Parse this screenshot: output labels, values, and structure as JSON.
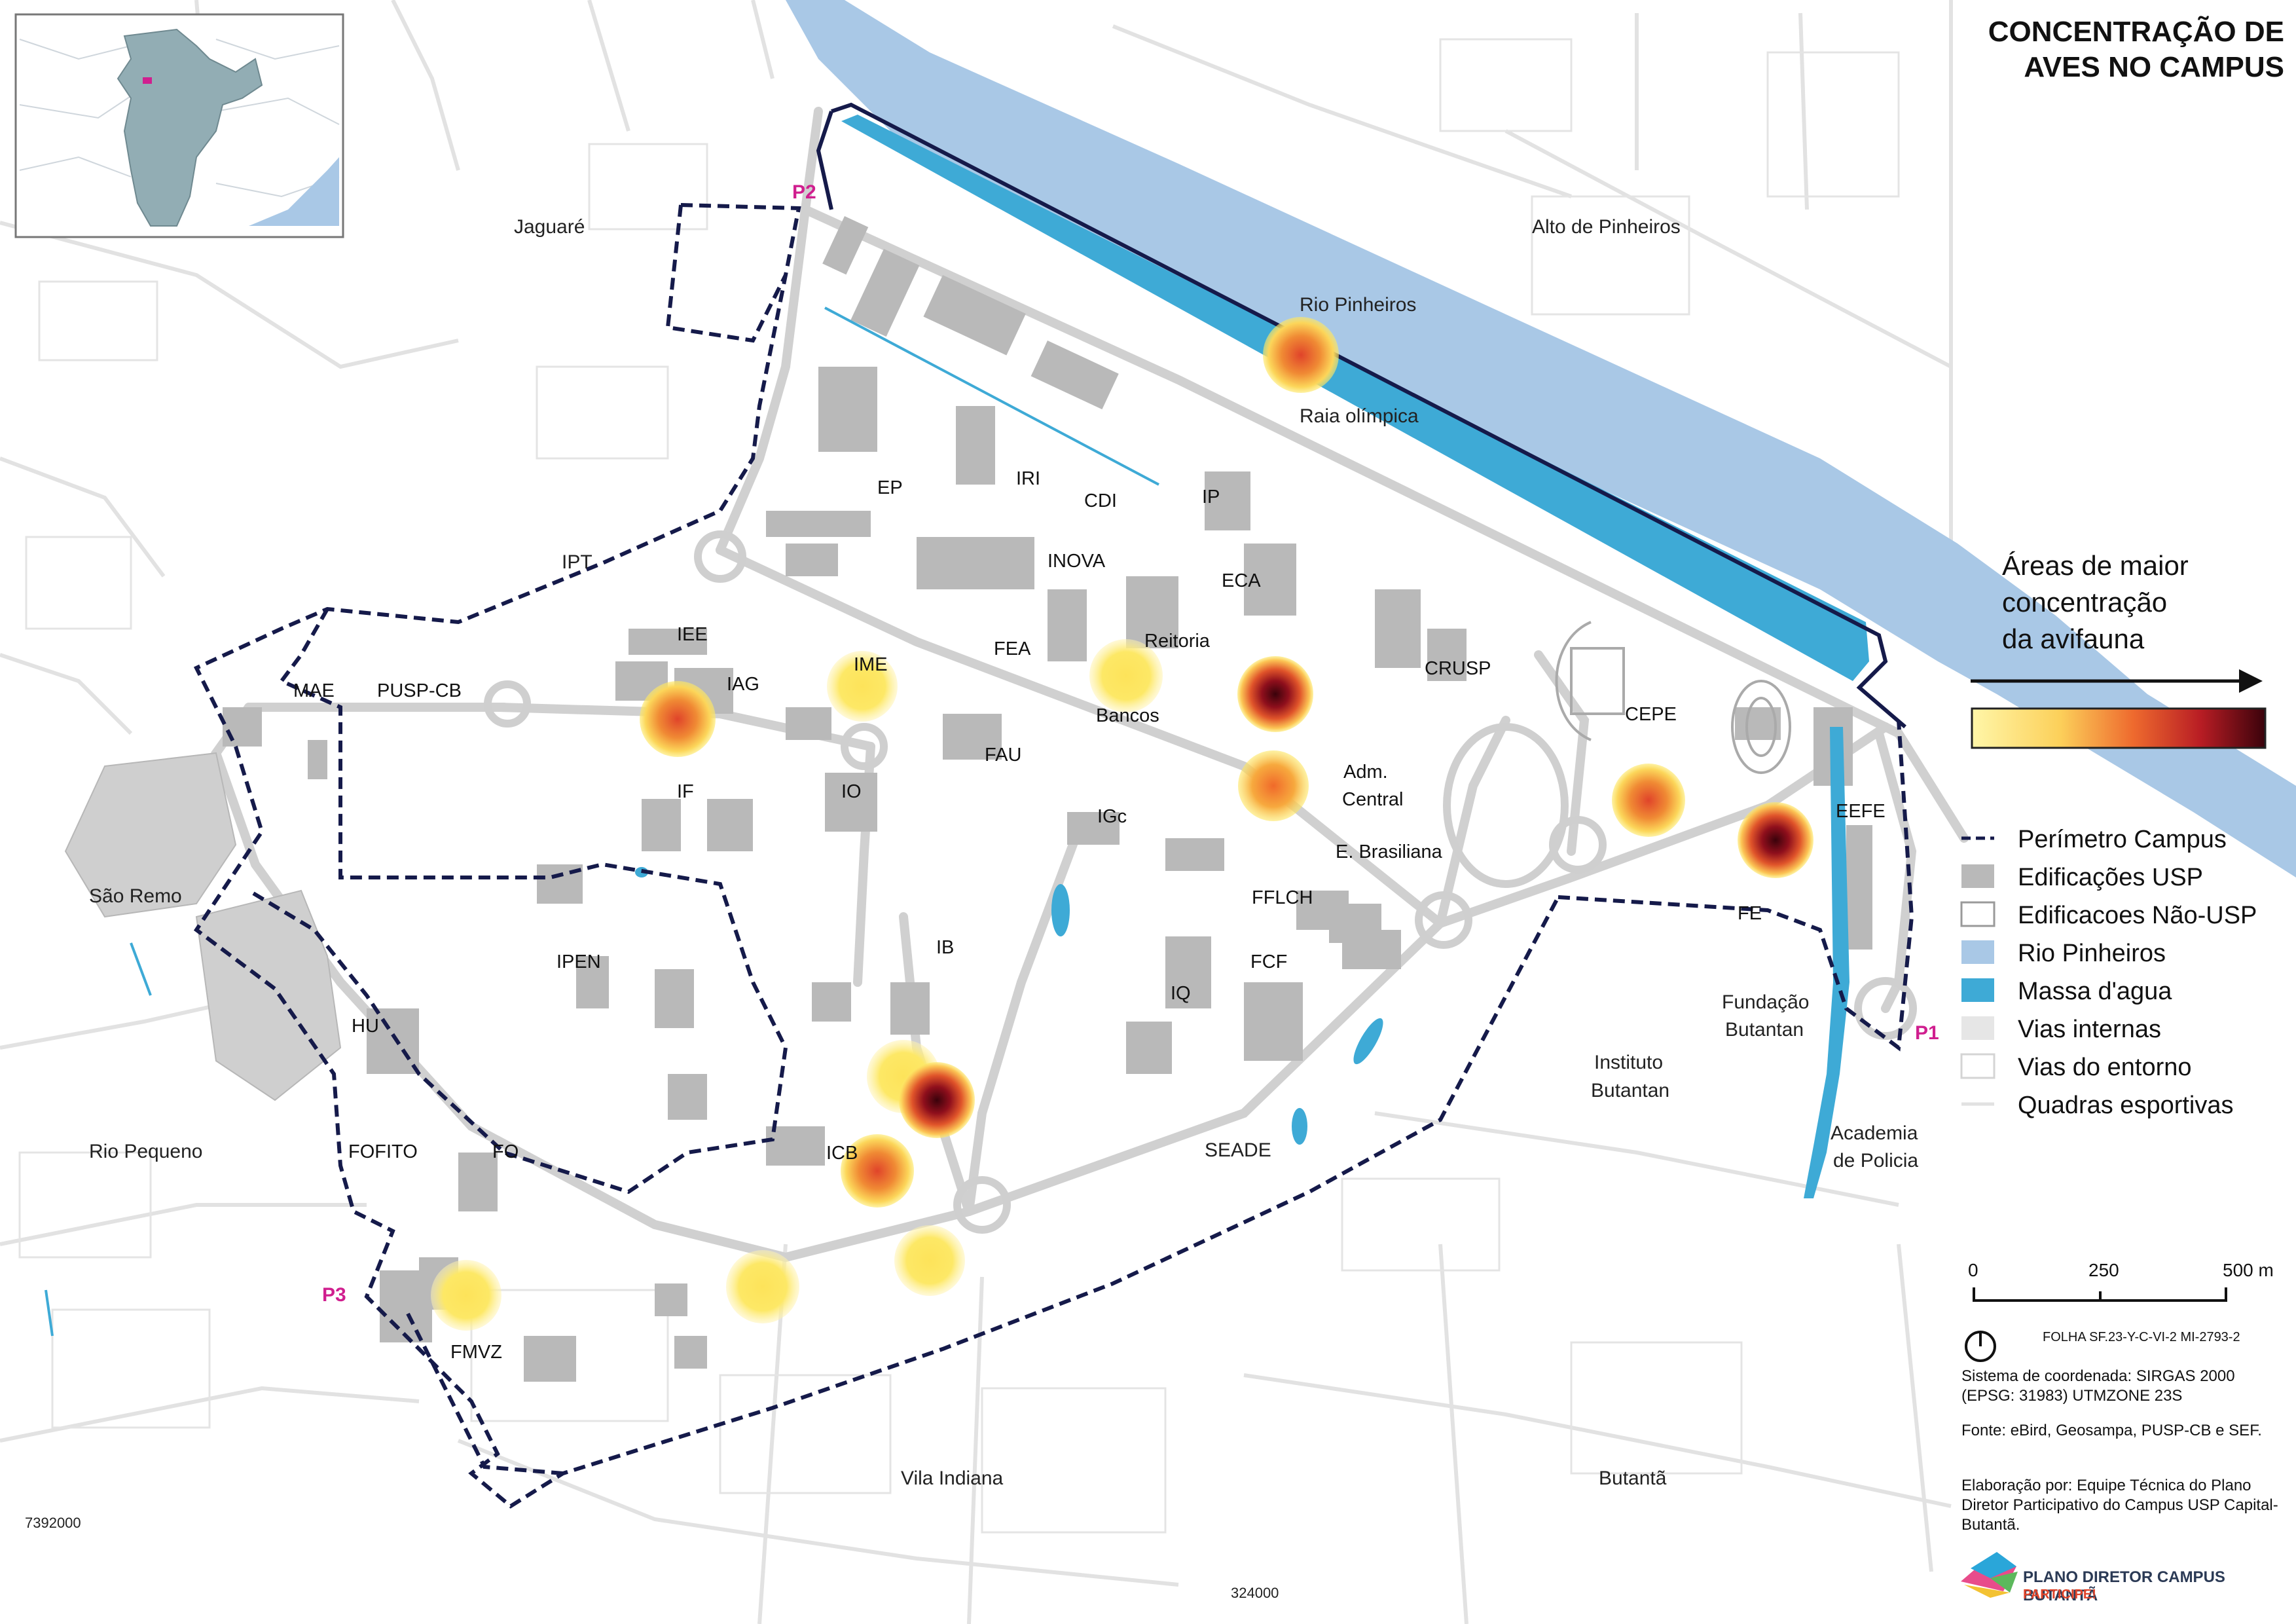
{
  "title": "CONCENTRAÇÃO DE AVES NO CAMPUS",
  "title_lines": [
    "CONCENTRAÇÃO DE",
    "AVES NO CAMPUS"
  ],
  "colors": {
    "river": "#a9c8e6",
    "water": "#3eaad6",
    "perimeter": "#151a4a",
    "usp_building": "#b9b9b9",
    "road": "#d6d6d6",
    "gate": "#d01f8f",
    "heat_low": "#fde866",
    "heat_mid": "#e0542a",
    "heat_high": "#4a0411"
  },
  "places": {
    "jaguare": "Jaguaré",
    "alto_pinheiros": "Alto de Pinheiros",
    "ipt": "IPT",
    "sao_remo": "São Remo",
    "rio_pequeno": "Rio Pequeno",
    "vila_indiana": "Vila Indiana",
    "butanta": "Butantã",
    "instituto_butantan": [
      "Instituto",
      "Butantan"
    ],
    "fundacao_butantan": [
      "Fundação",
      "Butantan"
    ],
    "academia_policia": [
      "Academia",
      "de Policia"
    ],
    "seade": "SEADE",
    "rio_pinheiros": "Rio Pinheiros",
    "raia": "Raia olímpica"
  },
  "buildings": [
    "MAE",
    "PUSP-CB",
    "IEE",
    "IAG",
    "IME",
    "IF",
    "IO",
    "FAU",
    "EP",
    "IRI",
    "CDI",
    "INOVA",
    "FEA",
    "IP",
    "ECA",
    "Reitoria",
    "Bancos",
    "CRUSP",
    "Adm.",
    "Central",
    "E. Brasiliana",
    "CEPE",
    "EEFE",
    "FE",
    "IGc",
    "FFLCH",
    "FCF",
    "IQ",
    "IB",
    "IPEN",
    "HU",
    "FOFITO",
    "FO",
    "ICB",
    "FMVZ"
  ],
  "gates": [
    "P1",
    "P2",
    "P3"
  ],
  "coordinates": {
    "y_label": "7392000",
    "x_label": "324000"
  },
  "hotspots": [
    {
      "name": "Rio Pinheiros",
      "level": 0.55
    },
    {
      "name": "IAG",
      "level": 0.5
    },
    {
      "name": "IME",
      "level": 0.1
    },
    {
      "name": "Bancos",
      "level": 0.1
    },
    {
      "name": "Reitoria-ECA",
      "level": 0.95
    },
    {
      "name": "Adm. Central",
      "level": 0.35
    },
    {
      "name": "CEPE",
      "level": 0.7
    },
    {
      "name": "EEFE",
      "level": 0.95
    },
    {
      "name": "IB-a",
      "level": 0.1
    },
    {
      "name": "IB-b",
      "level": 1.0
    },
    {
      "name": "ICB",
      "level": 0.6
    },
    {
      "name": "ICB-south",
      "level": 0.1
    },
    {
      "name": "Raia-south",
      "level": 0.1
    },
    {
      "name": "FMVZ",
      "level": 0.1
    }
  ],
  "heat_legend": {
    "title_lines": [
      "Áreas  de maior",
      "concentração",
      "da avifauna"
    ]
  },
  "legend": [
    {
      "label": "Perímetro Campus",
      "symbol": "dashed"
    },
    {
      "label": "Edificações USP",
      "symbol": "fill-usp"
    },
    {
      "label": "Edificacoes Não-USP",
      "symbol": "outline"
    },
    {
      "label": "Rio Pinheiros",
      "symbol": "fill-river"
    },
    {
      "label": "Massa d'agua",
      "symbol": "fill-water"
    },
    {
      "label": "Vias internas",
      "symbol": "fill-road"
    },
    {
      "label": "Vias do entorno",
      "symbol": "outline-light"
    },
    {
      "label": "Quadras esportivas",
      "symbol": "line"
    }
  ],
  "scale": {
    "labels": [
      "0",
      "250",
      "500 m"
    ]
  },
  "folha": "FOLHA SF.23-Y-C-VI-2 MI-2793-2",
  "info": {
    "sistema": "Sistema de coordenada: SIRGAS 2000 (EPSG: 31983) UTMZONE 23S",
    "fonte": "Fonte: eBird, Geosampa, PUSP-CB e SEF.",
    "elaboracao": "Elaboração por: Equipe Técnica do Plano Diretor Participativo do Campus USP Capital-Butantã."
  },
  "logo": {
    "line1": "PLANO DIRETOR CAMPUS BUTANTÃ",
    "line2": "PARTICIPE!"
  }
}
